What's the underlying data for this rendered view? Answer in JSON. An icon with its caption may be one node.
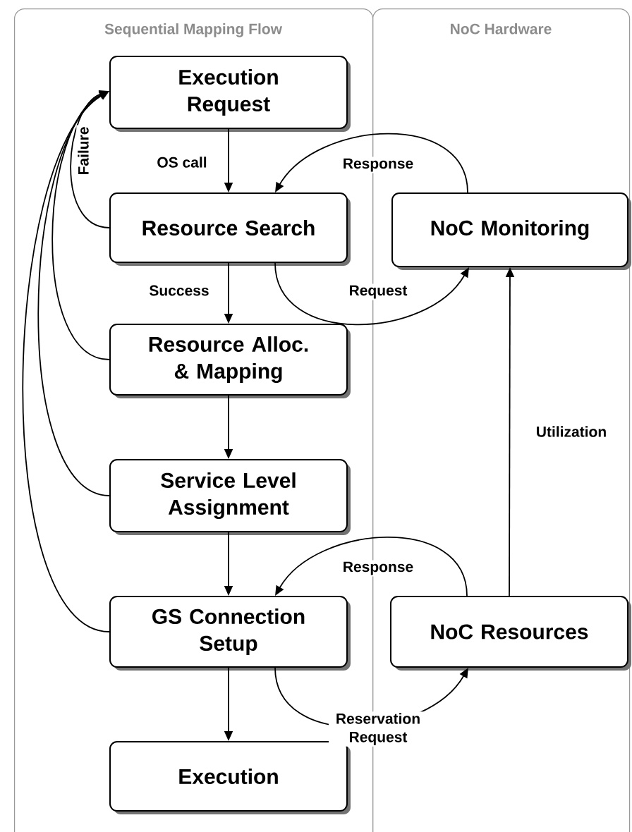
{
  "diagram": {
    "nodes": [
      {
        "text": [
          "Sequential Mapping Flow"
        ]
      },
      {
        "text": [
          "NoC Hardware"
        ]
      },
      {
        "text": [
          "Execution Request"
        ],
        "in": 0
      },
      {
        "text": [
          "Resource Search"
        ],
        "in": 0
      },
      {
        "text": [
          "Resource Alloc. & Mapping"
        ],
        "in": 0
      },
      {
        "text": [
          "Service Level Assignment"
        ],
        "in": 0
      },
      {
        "text": [
          "GS Connection Setup"
        ],
        "in": 0
      },
      {
        "text": [
          "Execution"
        ],
        "in": 0
      },
      {
        "text": [
          "NoC Monitoring"
        ],
        "in": 1
      },
      {
        "text": [
          "NoC Resources"
        ],
        "in": 1
      }
    ],
    "edges": [
      {
        "from": 2,
        "to": 3,
        "arrow": "to",
        "label": "OS call"
      },
      {
        "from": 3,
        "to": 4,
        "arrow": "to",
        "label": "Success"
      },
      {
        "from": 4,
        "to": 5,
        "arrow": "to"
      },
      {
        "from": 5,
        "to": 6,
        "arrow": "to"
      },
      {
        "from": 6,
        "to": 7,
        "arrow": "to"
      },
      {
        "from": 3,
        "to": 2,
        "arrow": "to",
        "label": "Failure"
      },
      {
        "from": 4,
        "to": 2,
        "arrow": "to"
      },
      {
        "from": 5,
        "to": 2,
        "arrow": "to"
      },
      {
        "from": 6,
        "to": 2,
        "arrow": "to"
      },
      {
        "from": 8,
        "to": 3,
        "arrow": "to",
        "label": "Response"
      },
      {
        "from": 3,
        "to": 8,
        "arrow": "to",
        "label": "Request"
      },
      {
        "from": 9,
        "to": 6,
        "arrow": "to",
        "label": "Response"
      },
      {
        "from": 6,
        "to": 9,
        "arrow": "to",
        "label": "Reservation Request"
      },
      {
        "from": 9,
        "to": 8,
        "arrow": "to",
        "label": "Utilization"
      }
    ]
  }
}
